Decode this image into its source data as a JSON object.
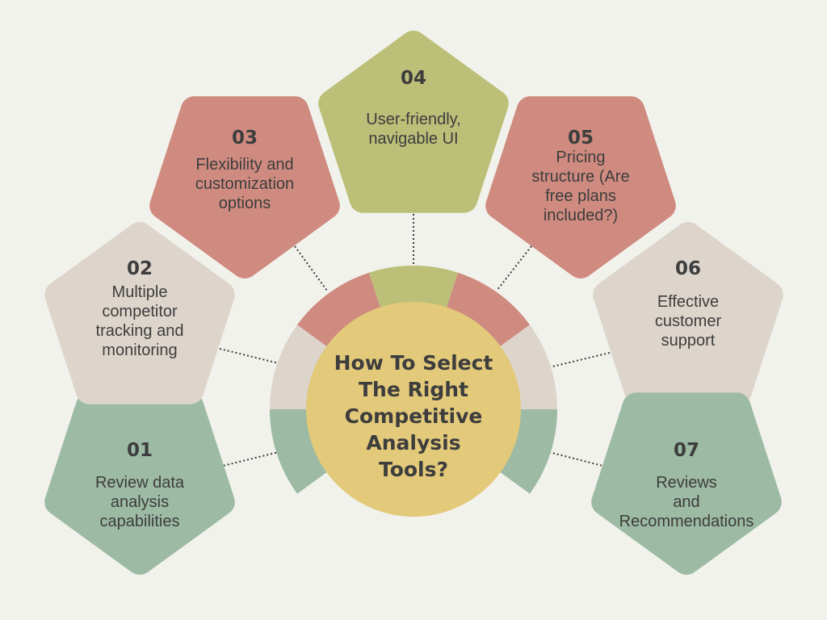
{
  "title_lines": [
    "How To Select",
    "The Right",
    "Competitive",
    "Analysis",
    "Tools?"
  ],
  "colors": {
    "background": "#f2f2ec",
    "pink": "#cf8b80",
    "beige": "#ddd5cc",
    "green": "#9dbaa4",
    "olive": "#bcbf78",
    "center": "#e3c97a",
    "text": "#3d3d3d"
  },
  "items": [
    {
      "number": "01",
      "lines": [
        "Review data",
        "analysis",
        "capabilities"
      ],
      "color": "#9dbaa4"
    },
    {
      "number": "02",
      "lines": [
        "Multiple",
        "competitor",
        "tracking and",
        "monitoring"
      ],
      "color": "#ddd5cc"
    },
    {
      "number": "03",
      "lines": [
        "Flexibility and",
        "customization",
        "options"
      ],
      "color": "#cf8b80"
    },
    {
      "number": "04",
      "lines": [
        "User-friendly,",
        "navigable UI"
      ],
      "color": "#bcbf78"
    },
    {
      "number": "05",
      "lines": [
        "Pricing",
        "structure (Are",
        "free plans",
        "included?)"
      ],
      "color": "#cf8b80"
    },
    {
      "number": "06",
      "lines": [
        "Effective",
        "customer",
        "support"
      ],
      "color": "#ddd5cc"
    },
    {
      "number": "07",
      "lines": [
        "Reviews",
        "and",
        "Recommendations"
      ],
      "color": "#9dbaa4"
    }
  ]
}
